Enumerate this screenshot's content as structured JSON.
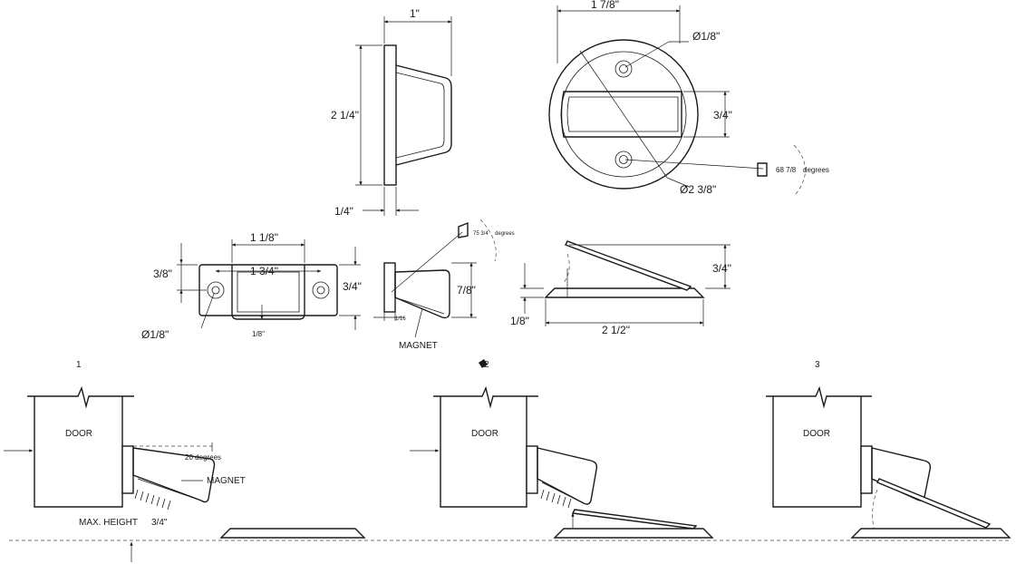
{
  "top_view_side": {
    "width_label": "1\"",
    "height_label": "2 1/4\"",
    "thickness_label": "1/4\""
  },
  "top_view_round": {
    "outer_dia_label": "1 7/8\"",
    "hole_dia_label": "Ø1/8\"",
    "slot_height_label": "3/4\"",
    "circle_dia_label": "Ø2 3/8\"",
    "angle_label": "68 7/8",
    "angle_unit": "degrees"
  },
  "plate_front": {
    "inner_width_label": "1 1/8\"",
    "outer_width_label": "1 3/4\"",
    "top_offset_label": "3/8\"",
    "height_label": "3/4\"",
    "hole_label": "Ø1/8\"",
    "slot_offset_label": "1/8\""
  },
  "side_view": {
    "angle_label": "75 3/4",
    "angle_unit": "degrees",
    "height_label": "7/8\"",
    "small_label": "1/16",
    "magnet_label": "MAGNET"
  },
  "ramp_view": {
    "height_label": "3/4\"",
    "base_label": "1/8\"",
    "length_label": "2 1/2\""
  },
  "steps": [
    {
      "number": "1",
      "door_label": "DOOR",
      "angle_label": "20 degrees",
      "magnet_label": "MAGNET",
      "max_height_label": "MAX. HEIGHT",
      "max_height_value": "3/4\""
    },
    {
      "number": "2",
      "door_label": "DOOR"
    },
    {
      "number": "3",
      "door_label": "DOOR"
    }
  ]
}
